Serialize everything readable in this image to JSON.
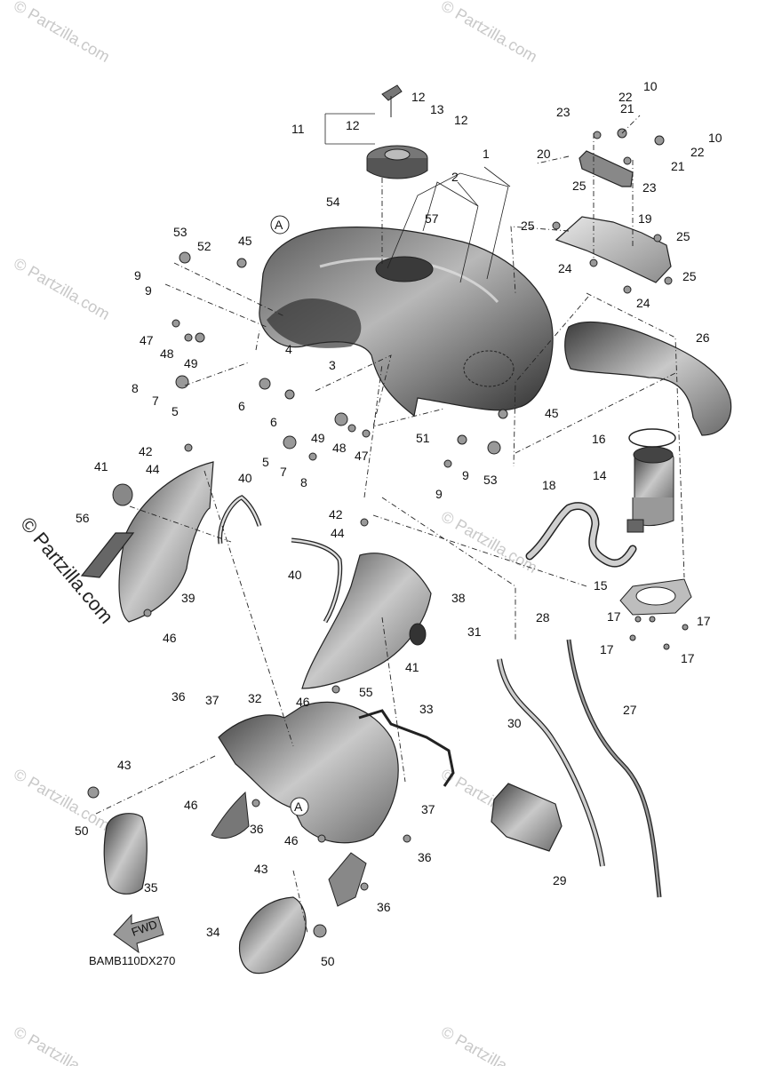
{
  "diagram": {
    "code": "BAMB110DX270",
    "fwd_label": "FWD",
    "ref_marker": "A",
    "watermark": "© Partzilla.com",
    "callouts": [
      {
        "id": "c1",
        "label": "1"
      },
      {
        "id": "c2",
        "label": "2"
      },
      {
        "id": "c3",
        "label": "3"
      },
      {
        "id": "c4",
        "label": "4"
      },
      {
        "id": "c5a",
        "label": "5"
      },
      {
        "id": "c5b",
        "label": "5"
      },
      {
        "id": "c6a",
        "label": "6"
      },
      {
        "id": "c6b",
        "label": "6"
      },
      {
        "id": "c7a",
        "label": "7"
      },
      {
        "id": "c7b",
        "label": "7"
      },
      {
        "id": "c8a",
        "label": "8"
      },
      {
        "id": "c8b",
        "label": "8"
      },
      {
        "id": "c9a",
        "label": "9"
      },
      {
        "id": "c9b",
        "label": "9"
      },
      {
        "id": "c9c",
        "label": "9"
      },
      {
        "id": "c9d",
        "label": "9"
      },
      {
        "id": "c10a",
        "label": "10"
      },
      {
        "id": "c10b",
        "label": "10"
      },
      {
        "id": "c11",
        "label": "11"
      },
      {
        "id": "c12a",
        "label": "12"
      },
      {
        "id": "c12b",
        "label": "12"
      },
      {
        "id": "c12c",
        "label": "12"
      },
      {
        "id": "c13",
        "label": "13"
      },
      {
        "id": "c14",
        "label": "14"
      },
      {
        "id": "c15",
        "label": "15"
      },
      {
        "id": "c16",
        "label": "16"
      },
      {
        "id": "c17a",
        "label": "17"
      },
      {
        "id": "c17b",
        "label": "17"
      },
      {
        "id": "c17c",
        "label": "17"
      },
      {
        "id": "c17d",
        "label": "17"
      },
      {
        "id": "c18",
        "label": "18"
      },
      {
        "id": "c19",
        "label": "19"
      },
      {
        "id": "c20",
        "label": "20"
      },
      {
        "id": "c21a",
        "label": "21"
      },
      {
        "id": "c21b",
        "label": "21"
      },
      {
        "id": "c22a",
        "label": "22"
      },
      {
        "id": "c22b",
        "label": "22"
      },
      {
        "id": "c23a",
        "label": "23"
      },
      {
        "id": "c23b",
        "label": "23"
      },
      {
        "id": "c24a",
        "label": "24"
      },
      {
        "id": "c24b",
        "label": "24"
      },
      {
        "id": "c25a",
        "label": "25"
      },
      {
        "id": "c25b",
        "label": "25"
      },
      {
        "id": "c25c",
        "label": "25"
      },
      {
        "id": "c25d",
        "label": "25"
      },
      {
        "id": "c26",
        "label": "26"
      },
      {
        "id": "c27",
        "label": "27"
      },
      {
        "id": "c28",
        "label": "28"
      },
      {
        "id": "c29",
        "label": "29"
      },
      {
        "id": "c30",
        "label": "30"
      },
      {
        "id": "c31",
        "label": "31"
      },
      {
        "id": "c32",
        "label": "32"
      },
      {
        "id": "c33",
        "label": "33"
      },
      {
        "id": "c34",
        "label": "34"
      },
      {
        "id": "c35",
        "label": "35"
      },
      {
        "id": "c36a",
        "label": "36"
      },
      {
        "id": "c36b",
        "label": "36"
      },
      {
        "id": "c36c",
        "label": "36"
      },
      {
        "id": "c36d",
        "label": "36"
      },
      {
        "id": "c37a",
        "label": "37"
      },
      {
        "id": "c37b",
        "label": "37"
      },
      {
        "id": "c38",
        "label": "38"
      },
      {
        "id": "c39",
        "label": "39"
      },
      {
        "id": "c40a",
        "label": "40"
      },
      {
        "id": "c40b",
        "label": "40"
      },
      {
        "id": "c41a",
        "label": "41"
      },
      {
        "id": "c41b",
        "label": "41"
      },
      {
        "id": "c42a",
        "label": "42"
      },
      {
        "id": "c42b",
        "label": "42"
      },
      {
        "id": "c43a",
        "label": "43"
      },
      {
        "id": "c43b",
        "label": "43"
      },
      {
        "id": "c44a",
        "label": "44"
      },
      {
        "id": "c44b",
        "label": "44"
      },
      {
        "id": "c45a",
        "label": "45"
      },
      {
        "id": "c45b",
        "label": "45"
      },
      {
        "id": "c46a",
        "label": "46"
      },
      {
        "id": "c46b",
        "label": "46"
      },
      {
        "id": "c46c",
        "label": "46"
      },
      {
        "id": "c46d",
        "label": "46"
      },
      {
        "id": "c47a",
        "label": "47"
      },
      {
        "id": "c47b",
        "label": "47"
      },
      {
        "id": "c48a",
        "label": "48"
      },
      {
        "id": "c48b",
        "label": "48"
      },
      {
        "id": "c49a",
        "label": "49"
      },
      {
        "id": "c49b",
        "label": "49"
      },
      {
        "id": "c50a",
        "label": "50"
      },
      {
        "id": "c50b",
        "label": "50"
      },
      {
        "id": "c51",
        "label": "51"
      },
      {
        "id": "c52",
        "label": "52"
      },
      {
        "id": "c53a",
        "label": "53"
      },
      {
        "id": "c53b",
        "label": "53"
      },
      {
        "id": "c54",
        "label": "54"
      },
      {
        "id": "c55",
        "label": "55"
      },
      {
        "id": "c56",
        "label": "56"
      },
      {
        "id": "c57",
        "label": "57"
      }
    ]
  }
}
